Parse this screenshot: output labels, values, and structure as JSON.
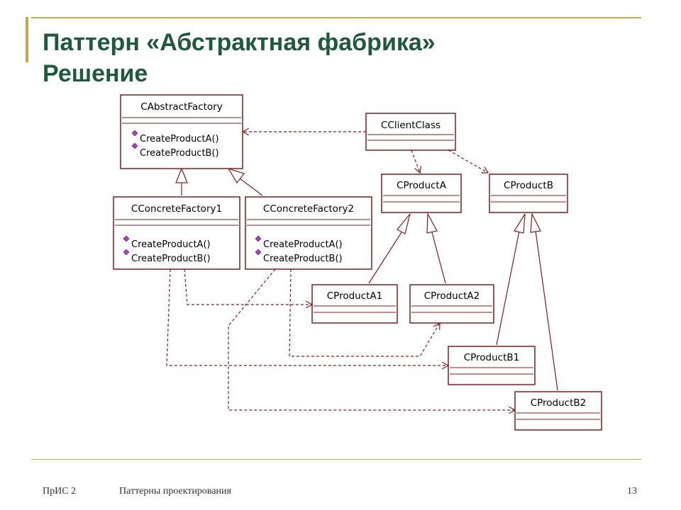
{
  "slide": {
    "title_line1": "Паттерн «Абстрактная фабрика»",
    "title_line2": "Решение"
  },
  "footer": {
    "left": "ПрИС 2",
    "center": "Паттерны проектирования",
    "page_number": "13"
  },
  "diagram": {
    "line_color": "#8b1a1a",
    "op_icon_color": "#b03cc8",
    "classes": {
      "abstract_factory": {
        "name": "CAbstractFactory",
        "ops": [
          "CreateProductA()",
          "CreateProductB()"
        ]
      },
      "client": {
        "name": "CClientClass"
      },
      "product_a": {
        "name": "CProductA"
      },
      "product_b": {
        "name": "CProductB"
      },
      "concrete_factory1": {
        "name": "CConcreteFactory1",
        "ops": [
          "CreateProductA()",
          "CreateProductB()"
        ]
      },
      "concrete_factory2": {
        "name": "CConcreteFactory2",
        "ops": [
          "CreateProductA()",
          "CreateProductB()"
        ]
      },
      "product_a1": {
        "name": "CProductA1"
      },
      "product_a2": {
        "name": "CProductA2"
      },
      "product_b1": {
        "name": "CProductB1"
      },
      "product_b2": {
        "name": "CProductB2"
      }
    }
  }
}
